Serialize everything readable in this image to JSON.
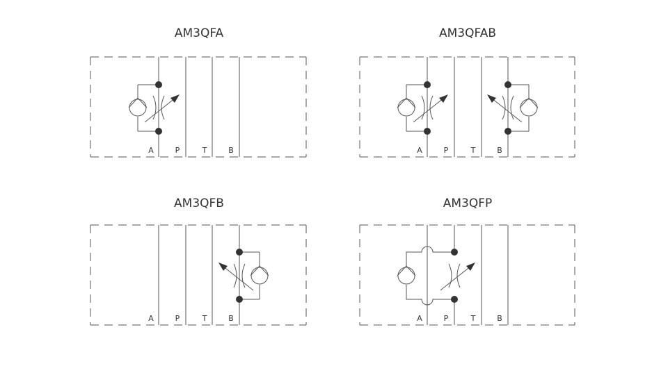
{
  "diagrams": [
    {
      "title": "AM3QFA",
      "ports": [
        "A",
        "P",
        "T",
        "B"
      ]
    },
    {
      "title": "AM3QFAB",
      "ports": [
        "A",
        "P",
        "T",
        "B"
      ]
    },
    {
      "title": "AM3QFB",
      "ports": [
        "A",
        "P",
        "T",
        "B"
      ]
    },
    {
      "title": "AM3QFP",
      "ports": [
        "A",
        "P",
        "T",
        "B"
      ]
    }
  ],
  "colors": {
    "line": "#555555",
    "dot": "#333333",
    "text": "#333333"
  }
}
